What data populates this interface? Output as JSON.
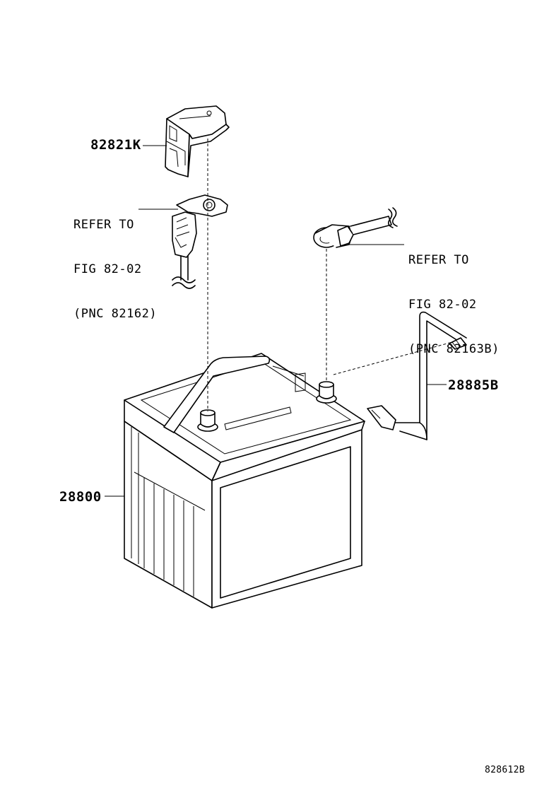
{
  "callouts": [
    {
      "id": "terminal-cover",
      "part_number": "82821K"
    },
    {
      "id": "battery-vent-hose",
      "part_number": "28885B"
    },
    {
      "id": "battery",
      "part_number": "28800"
    }
  ],
  "references": [
    {
      "id": "positive-cable-ref",
      "lines": [
        "REFER TO",
        "FIG 82-02",
        "(PNC 82162)"
      ]
    },
    {
      "id": "negative-cable-ref",
      "lines": [
        "REFER TO",
        "FIG 82-02",
        "(PNC 82163B)"
      ]
    }
  ],
  "illustration_code": "828612B"
}
